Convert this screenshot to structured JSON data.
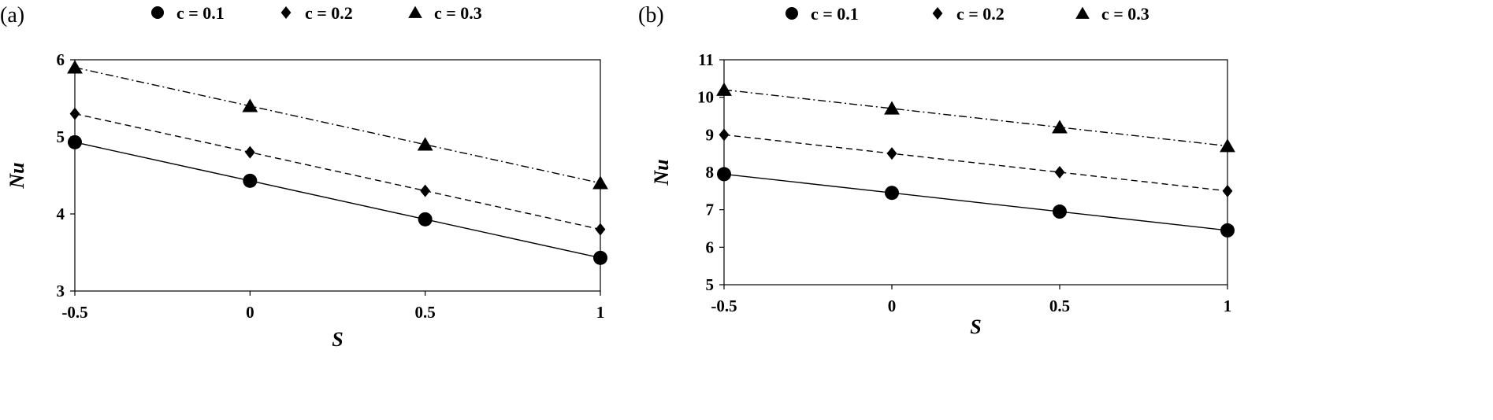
{
  "chart_data": [
    {
      "type": "line",
      "panel_label": "(a)",
      "xlabel": "S",
      "ylabel": "Nu",
      "xlim": [
        -0.5,
        1
      ],
      "ylim": [
        3,
        6
      ],
      "xticks": [
        -0.5,
        0,
        0.5,
        1
      ],
      "xtick_labels": [
        "-0.5",
        "0",
        "0.5",
        "1"
      ],
      "yticks": [
        3,
        4,
        5,
        6
      ],
      "ytick_labels": [
        "3",
        "4",
        "5",
        "6"
      ],
      "grid": false,
      "legend_position": "top",
      "x": [
        -0.5,
        0,
        0.5,
        1
      ],
      "series": [
        {
          "name": "c = 0.1",
          "marker": "circle",
          "line": "solid",
          "values": [
            4.93,
            4.43,
            3.93,
            3.43
          ]
        },
        {
          "name": "c = 0.2",
          "marker": "diamond",
          "line": "dashed",
          "values": [
            5.3,
            4.8,
            4.3,
            3.8
          ]
        },
        {
          "name": "c = 0.3",
          "marker": "triangle",
          "line": "dashdot",
          "values": [
            5.9,
            5.4,
            4.9,
            4.4
          ]
        }
      ]
    },
    {
      "type": "line",
      "panel_label": "(b)",
      "xlabel": "S",
      "ylabel": "Nu",
      "xlim": [
        -0.5,
        1
      ],
      "ylim": [
        5,
        11
      ],
      "xticks": [
        -0.5,
        0,
        0.5,
        1
      ],
      "xtick_labels": [
        "-0.5",
        "0",
        "0.5",
        "1"
      ],
      "yticks": [
        5,
        6,
        7,
        8,
        9,
        10,
        11
      ],
      "ytick_labels": [
        "5",
        "6",
        "7",
        "8",
        "9",
        "10",
        "11"
      ],
      "grid": false,
      "legend_position": "top",
      "x": [
        -0.5,
        0,
        0.5,
        1
      ],
      "series": [
        {
          "name": "c = 0.1",
          "marker": "circle",
          "line": "solid",
          "values": [
            7.95,
            7.45,
            6.95,
            6.45
          ]
        },
        {
          "name": "c = 0.2",
          "marker": "diamond",
          "line": "dashed",
          "values": [
            9.0,
            8.5,
            8.0,
            7.5
          ]
        },
        {
          "name": "c = 0.3",
          "marker": "triangle",
          "line": "dashdot",
          "values": [
            10.2,
            9.7,
            9.2,
            8.7
          ]
        }
      ]
    }
  ]
}
